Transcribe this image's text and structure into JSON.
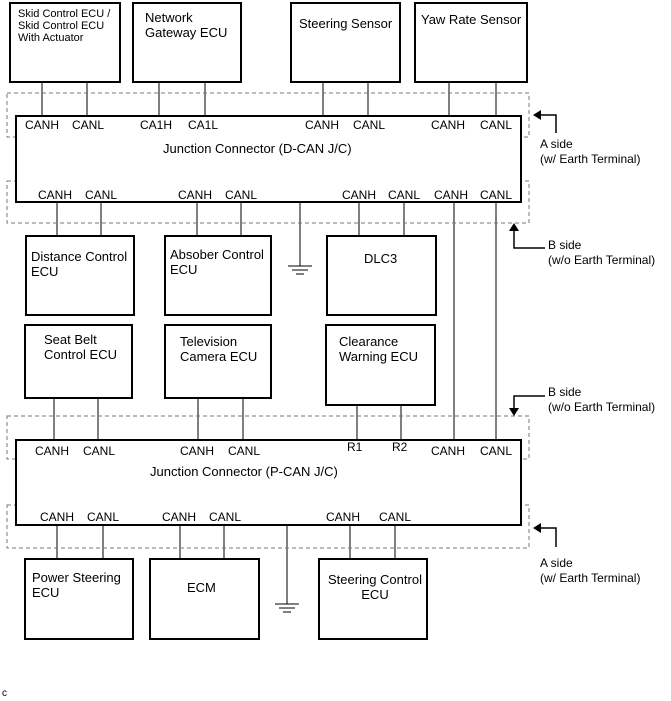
{
  "top_ecus": [
    {
      "name": "Skid Control ECU /\nSkid Control ECU\nWith Actuator"
    },
    {
      "name": "Network\nGateway ECU"
    },
    {
      "name": "Steering Sensor"
    },
    {
      "name": "Yaw Rate Sensor"
    }
  ],
  "top_pins": [
    "CANH",
    "CANL",
    "CA1H",
    "CA1L",
    "CANH",
    "CANL",
    "CANH",
    "CANL"
  ],
  "dcan_title": "Junction Connector (D-CAN J/C)",
  "dcan_bottom_pins": [
    "CANH",
    "CANL",
    "CANH",
    "CANL",
    "CANH",
    "CANL",
    "CANH",
    "CANL"
  ],
  "row2_ecus": [
    {
      "name": "Distance Control\nECU"
    },
    {
      "name": "Absober Control\nECU"
    },
    {
      "name": "DLC3"
    }
  ],
  "row3_ecus": [
    {
      "name": "Seat Belt\nControl ECU"
    },
    {
      "name": "Television\nCamera ECU"
    },
    {
      "name": "Clearance\nWarning ECU"
    }
  ],
  "pcan_top_pins": [
    "CANH",
    "CANL",
    "CANH",
    "CANL",
    "R1",
    "R2",
    "CANH",
    "CANL"
  ],
  "pcan_title": "Junction Connector (P-CAN J/C)",
  "pcan_bottom_pins": [
    "CANH",
    "CANL",
    "CANH",
    "CANL",
    "CANH",
    "CANL"
  ],
  "bottom_ecus": [
    {
      "name": "Power Steering\nECU"
    },
    {
      "name": "ECM"
    },
    {
      "name": "Steering Control\nECU"
    }
  ],
  "side_labels": {
    "a_side_1": "A side\n(w/ Earth Terminal)",
    "b_side_1": "B side\n(w/o Earth Terminal)",
    "b_side_2": "B side\n(w/o Earth Terminal)",
    "a_side_2": "A side\n(w/ Earth Terminal)"
  },
  "footer_code": "c"
}
